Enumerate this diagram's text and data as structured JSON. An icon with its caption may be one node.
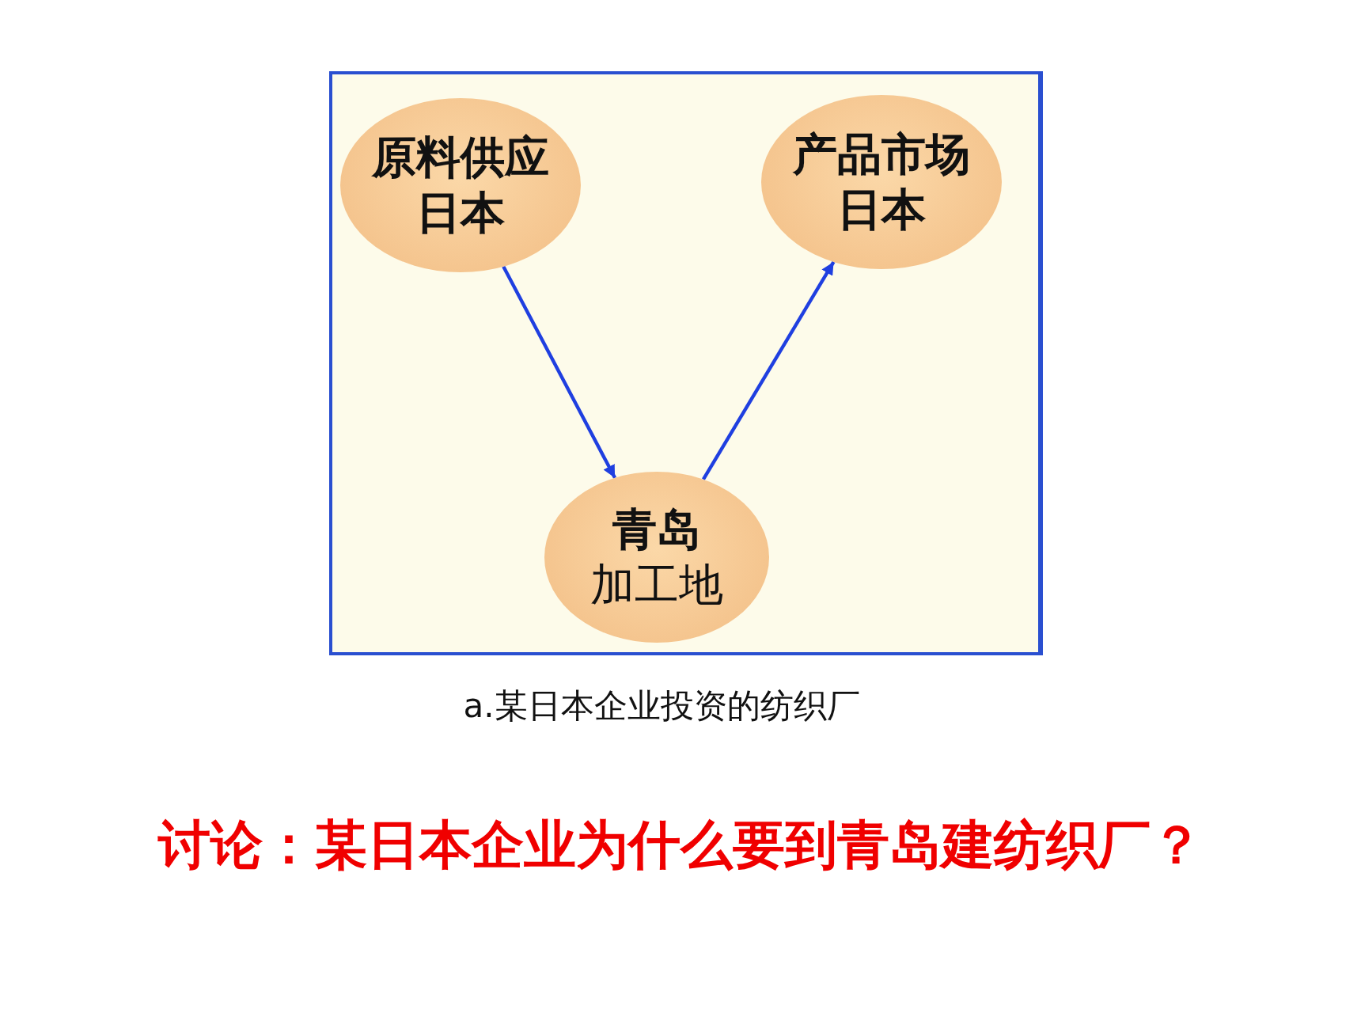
{
  "diagram": {
    "caption": "a.某日本企业投资的纺织厂",
    "nodes": [
      {
        "text": [
          "原料供应",
          "日本"
        ]
      },
      {
        "text": [
          "产品市场",
          "日本"
        ]
      },
      {
        "text": [
          "青岛",
          "加工地"
        ]
      }
    ],
    "edges": [
      {
        "from": 0,
        "to": 2,
        "arrow": "to"
      },
      {
        "from": 2,
        "to": 1,
        "arrow": "to"
      }
    ],
    "labels": [
      "讨论：某日本企业为什么要到青岛建纺织厂？"
    ]
  }
}
